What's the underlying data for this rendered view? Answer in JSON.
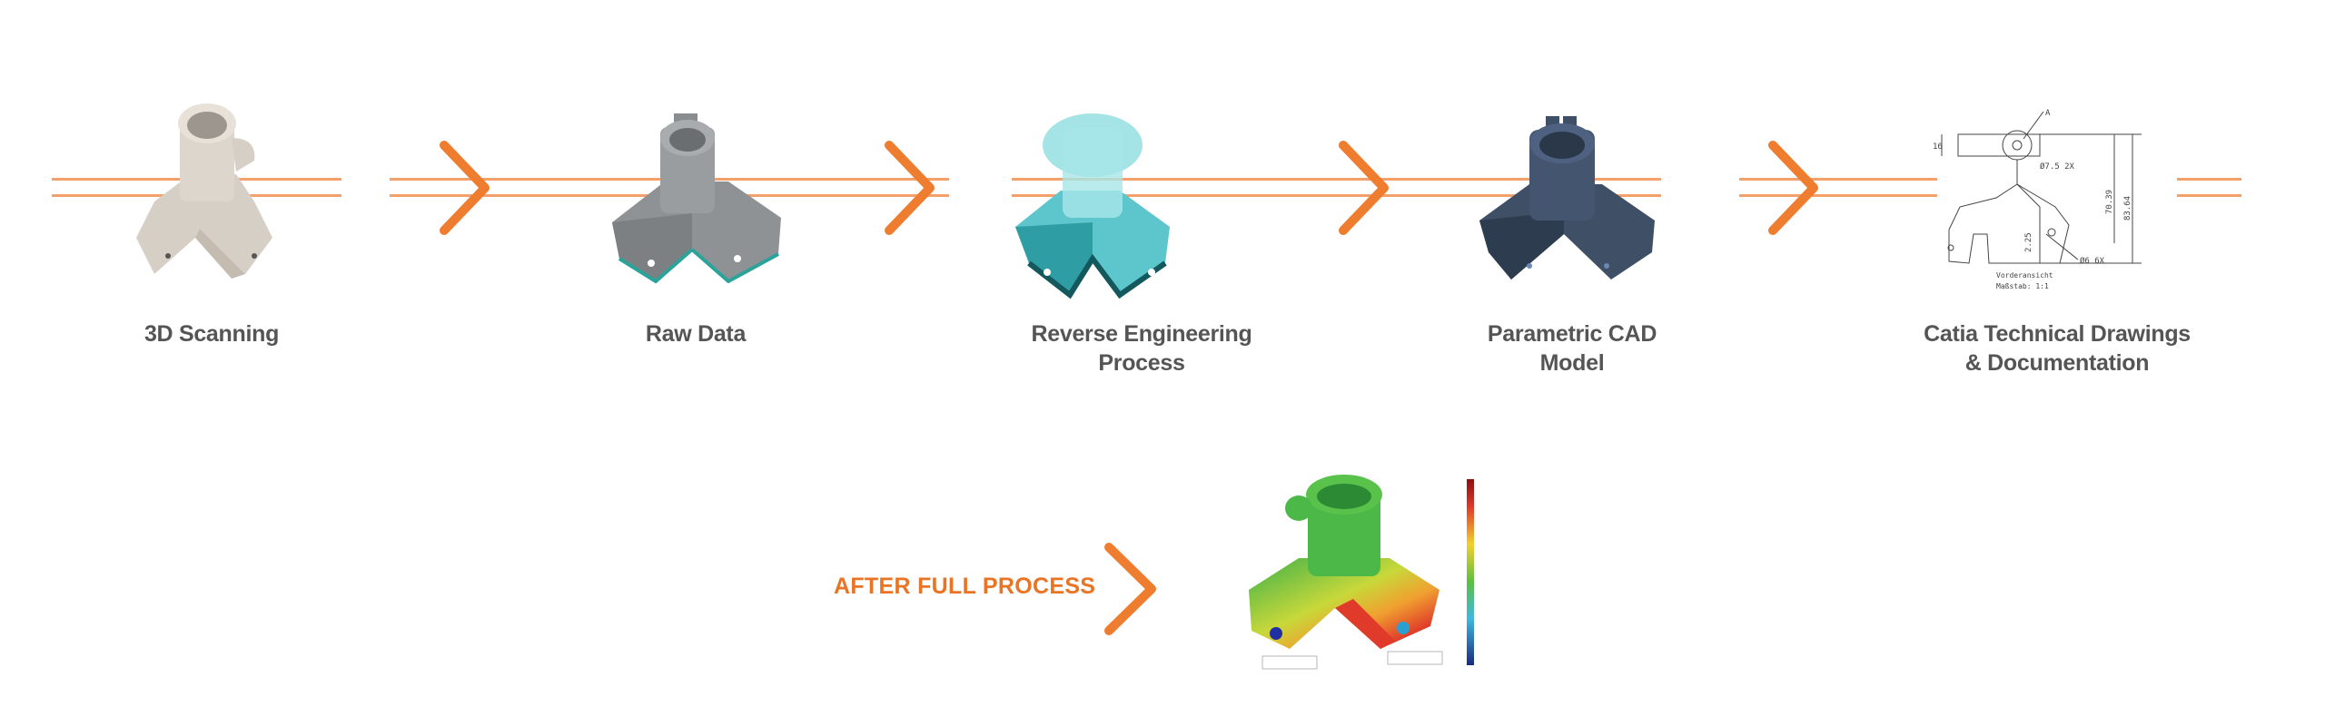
{
  "steps": [
    {
      "label_line1": "3D Scanning",
      "label_line2": ""
    },
    {
      "label_line1": "Raw Data",
      "label_line2": ""
    },
    {
      "label_line1": "Reverse Engineering",
      "label_line2": "Process"
    },
    {
      "label_line1": "Parametric CAD",
      "label_line2": "Model"
    },
    {
      "label_line1": "Catia Technical Drawings",
      "label_line2": "& Documentation"
    }
  ],
  "drawing": {
    "callout": "A",
    "dim_height_top": "16",
    "dim_hole_top": "Ø7.5 2X",
    "dim_inner": "70.39",
    "dim_outer": "83.64",
    "dim_small": "2.25",
    "dim_hole_bottom": "Ø6 6X",
    "view_name": "Vorderansicht",
    "scale": "Maßstab: 1:1"
  },
  "after": {
    "label": "AFTER FULL PROCESS"
  },
  "colors": {
    "accent": "#ee7d2f",
    "line": "#f3a06a",
    "text": "#555555"
  }
}
